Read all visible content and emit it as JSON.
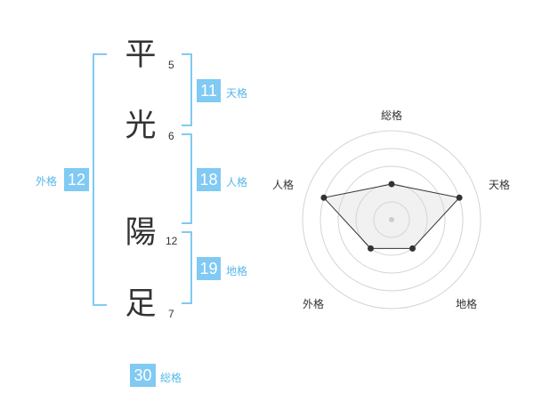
{
  "colors": {
    "accent": "#80caf3",
    "label": "#58b7e8",
    "text": "#333333"
  },
  "name": [
    {
      "char": "平",
      "strokes": "5"
    },
    {
      "char": "光",
      "strokes": "6"
    },
    {
      "char": "陽",
      "strokes": "12"
    },
    {
      "char": "足",
      "strokes": "7"
    }
  ],
  "fortunes": {
    "tenkaku": {
      "label": "天格",
      "value": "11"
    },
    "jinkaku": {
      "label": "人格",
      "value": "18"
    },
    "chikaku": {
      "label": "地格",
      "value": "19"
    },
    "gaikaku": {
      "label": "外格",
      "value": "12"
    },
    "soukaku": {
      "label": "総格",
      "value": "30"
    }
  },
  "radar": {
    "axes": [
      "総格",
      "天格",
      "地格",
      "外格",
      "人格"
    ],
    "levels": 5,
    "values": [
      2,
      4,
      2,
      2,
      4
    ]
  }
}
